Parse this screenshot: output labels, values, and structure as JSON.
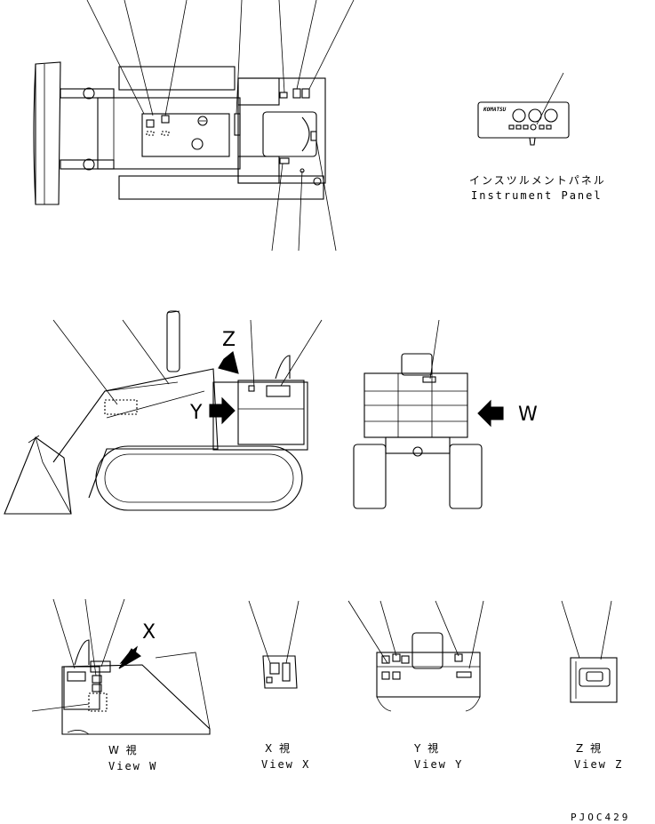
{
  "panel": {
    "jp": "インスツルメントパネル",
    "en": "Instrument Panel",
    "brand": "KOMATSU"
  },
  "views": {
    "w": {
      "jp": "W 視",
      "en": "View W"
    },
    "x": {
      "jp": "X 視",
      "en": "View X"
    },
    "y": {
      "jp": "Y 視",
      "en": "View Y"
    },
    "z": {
      "jp": "Z 視",
      "en": "View Z"
    }
  },
  "markers": {
    "z": "Z",
    "y": "Y",
    "w": "W",
    "x": "X"
  },
  "drawing_code": "PJOC429",
  "icons": [
    "arrow-marker-icon"
  ]
}
